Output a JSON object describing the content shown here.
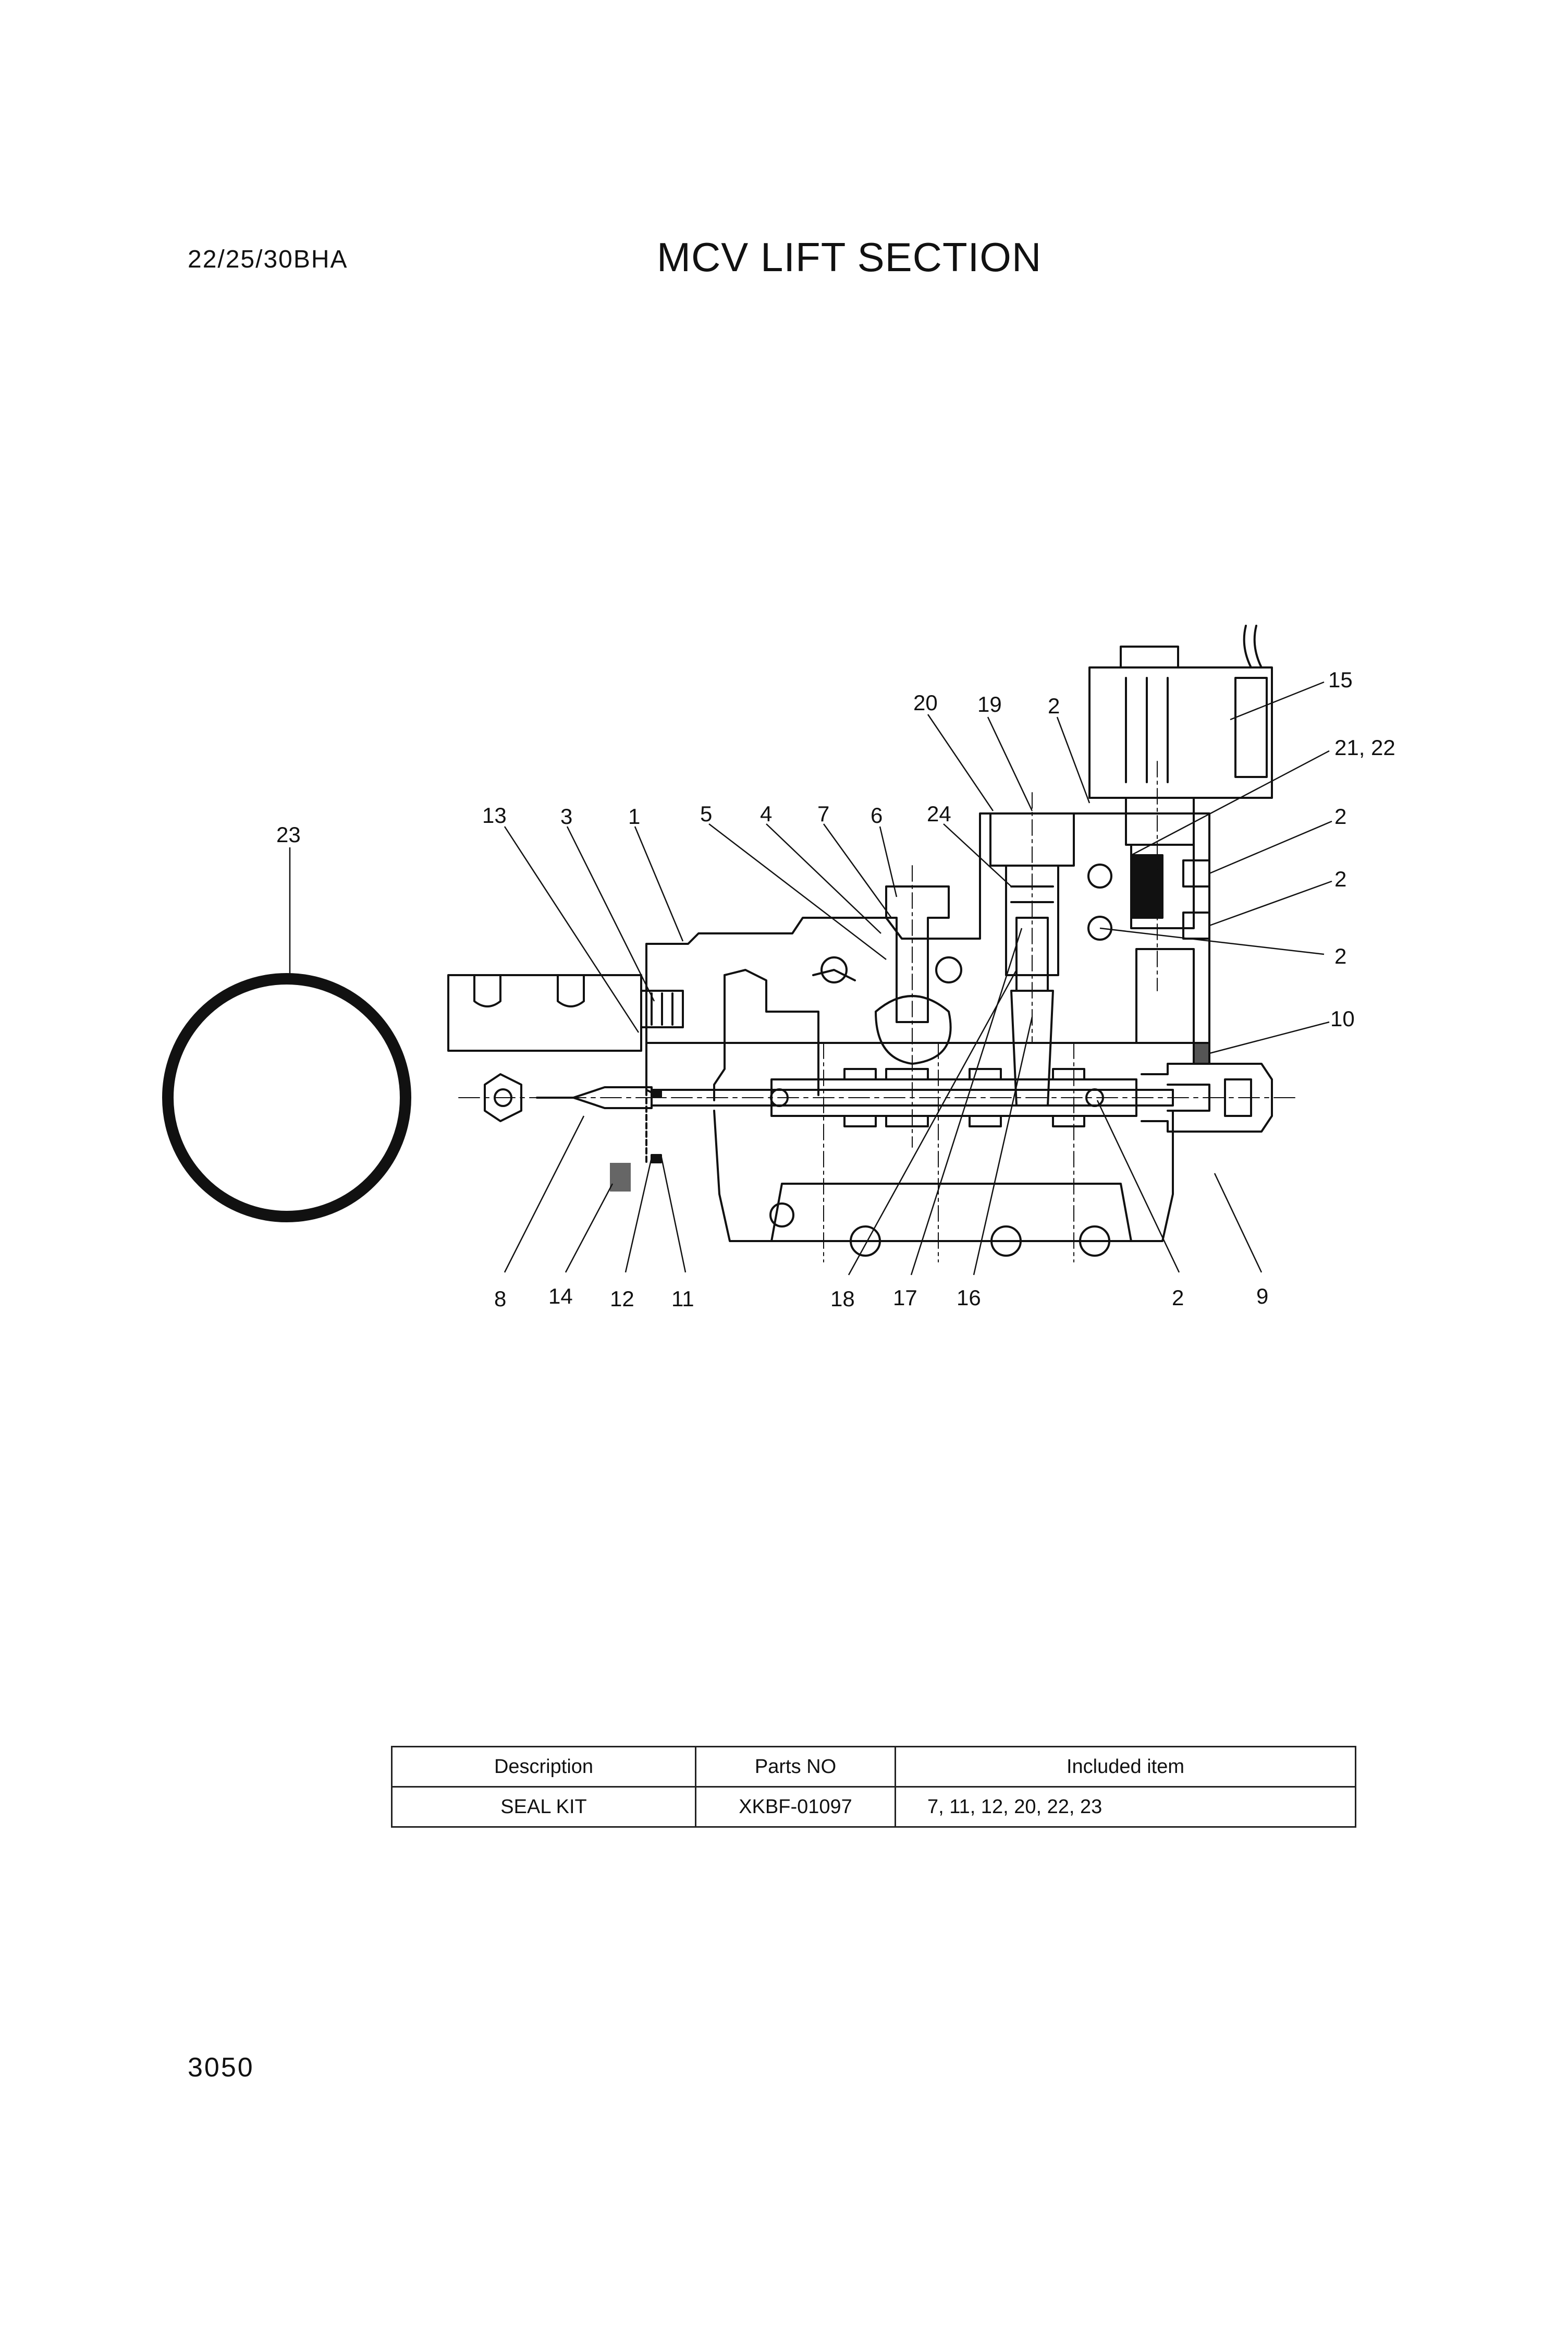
{
  "header": {
    "model": "22/25/30BHA",
    "title": "MCV LIFT SECTION"
  },
  "diagram": {
    "callouts": {
      "c23": "23",
      "c13": "13",
      "c3": "3",
      "c1": "1",
      "c5": "5",
      "c4": "4",
      "c7": "7",
      "c6": "6",
      "c24": "24",
      "c20": "20",
      "c19": "19",
      "c2a": "2",
      "c15": "15",
      "c2122": "21, 22",
      "c2b": "2",
      "c2c": "2",
      "c2d": "2",
      "c10": "10",
      "c8": "8",
      "c14": "14",
      "c12": "12",
      "c11": "11",
      "c18": "18",
      "c17": "17",
      "c16": "16",
      "c2e": "2",
      "c9": "9"
    }
  },
  "kit_table": {
    "headers": [
      "Description",
      "Parts NO",
      "Included item"
    ],
    "rows": [
      [
        "SEAL KIT",
        "XKBF-01097",
        "7, 11, 12, 20, 22, 23"
      ]
    ]
  },
  "footer": {
    "page_number": "3050"
  }
}
